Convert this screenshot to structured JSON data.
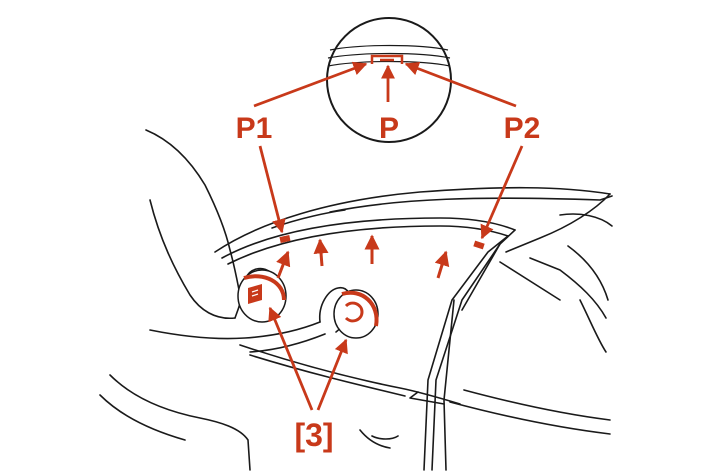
{
  "labels": {
    "p": "P",
    "p1": "P1",
    "p2": "P2",
    "tool": "[3]"
  },
  "colors": {
    "accent": "#c8391a",
    "line": "#1a1a1a",
    "background": "#ffffff"
  }
}
